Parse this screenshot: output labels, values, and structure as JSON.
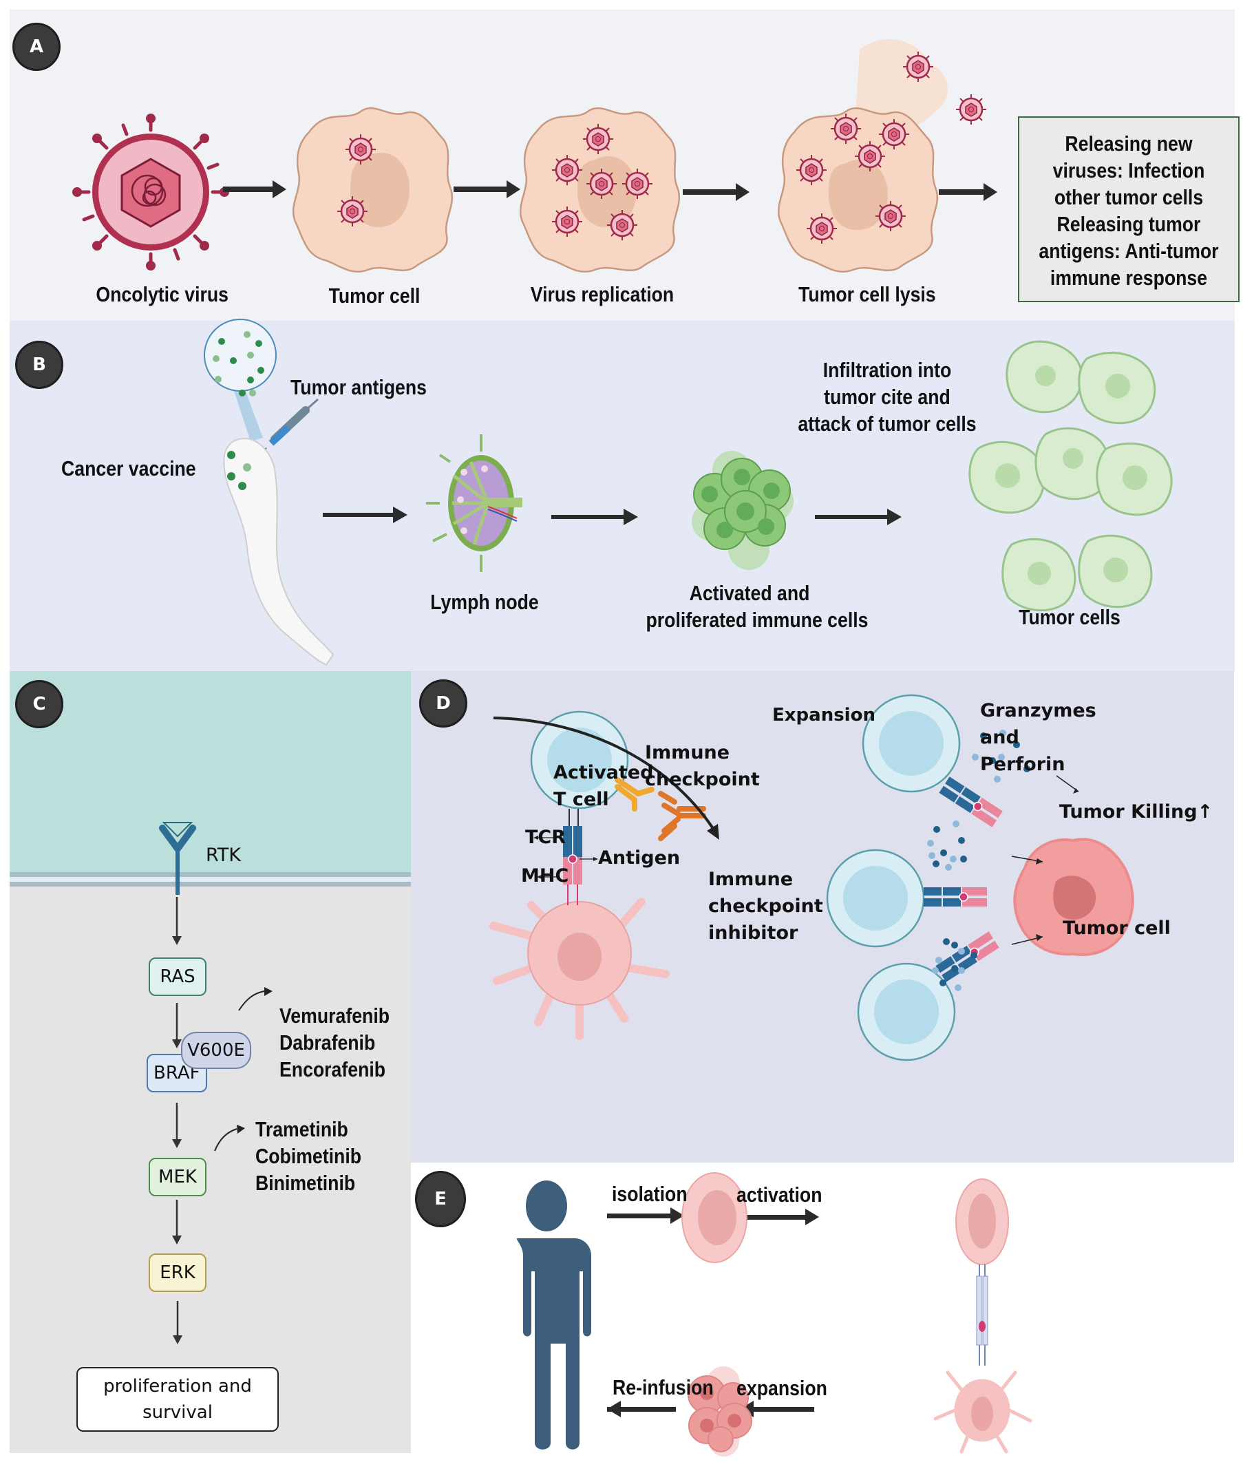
{
  "panels": {
    "a": {
      "badge": "A",
      "steps": [
        "Oncolytic virus",
        "Tumor cell",
        "Virus replication",
        "Tumor cell lysis"
      ],
      "result_box": [
        "Releasing new",
        "viruses: Infection",
        "other tumor cells",
        "Releasing tumor",
        "antigens: Anti-tumor",
        "immune response"
      ],
      "colors": {
        "virus": "#b0304f",
        "tumor_cell": "#f8d6c4",
        "box_border": "#3a6b45"
      }
    },
    "b": {
      "badge": "B",
      "tumor_antigens": "Tumor antigens",
      "cancer_vaccine": "Cancer vaccine",
      "lymph_node": "Lymph node",
      "immune_cells": [
        "Activated and",
        "proliferated immune cells"
      ],
      "infiltration": [
        "Infiltration into",
        "tumor cite and",
        "attack of tumor cells"
      ],
      "tumor_cells": "Tumor cells",
      "colors": {
        "antigen": "#2e8b4a",
        "cells": "#8ccc78"
      }
    },
    "c": {
      "badge": "C",
      "receptor": "RTK",
      "nodes": [
        "RAS",
        "BRAF",
        "MEK",
        "ERK"
      ],
      "mutation": "V600E",
      "braf_inhibitors": [
        "Vemurafenib",
        "Dabrafenib",
        "Encorafenib"
      ],
      "mek_inhibitors": [
        "Trametinib",
        "Cobimetinib",
        "Binimetinib"
      ],
      "outcome": [
        "proliferation and",
        "survival"
      ],
      "colors": {
        "ras": "#e0f2ef",
        "braf": "#dde9f7",
        "mek": "#e2f2de",
        "erk": "#f8f3d3",
        "v600e": "#cfd6ea"
      }
    },
    "d": {
      "badge": "D",
      "expansion": "Expansion",
      "activated_t_cell": [
        "Activated",
        "T cell"
      ],
      "immune_checkpoint": [
        "Immune",
        "checkpoint"
      ],
      "checkpoint_inhibitor": [
        "Immune",
        "checkpoint",
        "inhibitor"
      ],
      "tcr": "TCR",
      "mhc": "MHC",
      "antigen": "Antigen",
      "granzymes": [
        "Granzymes",
        "and",
        "Perforin"
      ],
      "tumor_killing": "Tumor Killing↑",
      "tumor_cell": "Tumor cell"
    },
    "e": {
      "badge": "E",
      "isolation": "isolation",
      "activation": "activation",
      "expansion": "expansion",
      "reinfusion": "Re-infusion",
      "colors": {
        "person": "#3d5f7b",
        "cell": "#f5c4c4"
      }
    }
  }
}
